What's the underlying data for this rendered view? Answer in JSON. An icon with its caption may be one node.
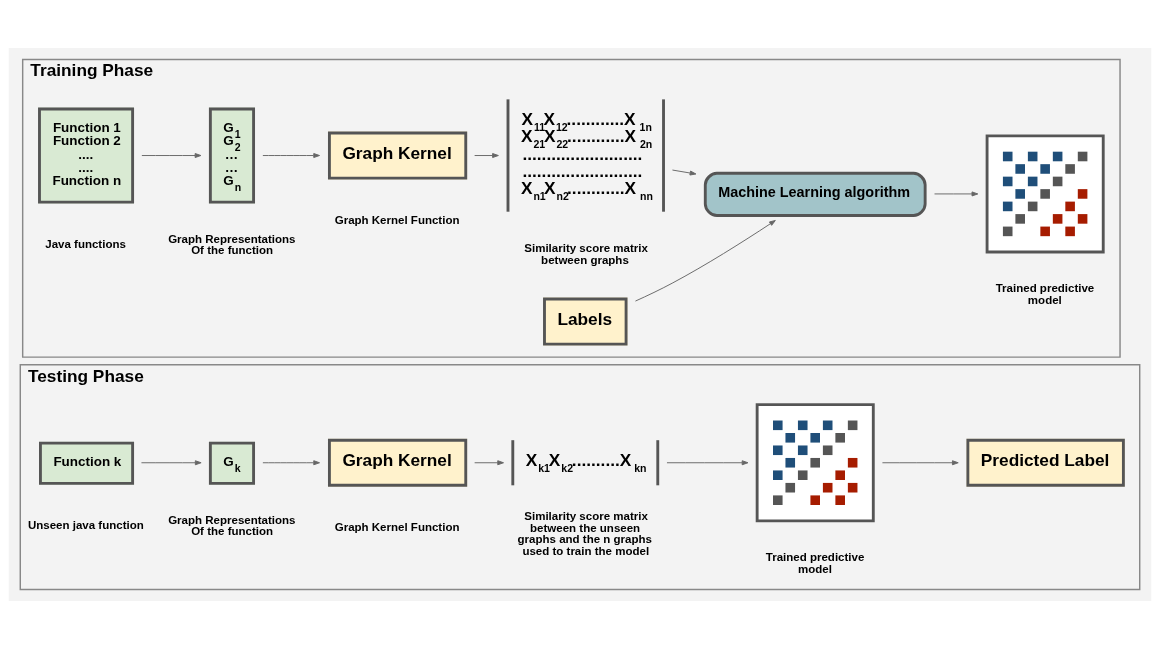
{
  "diagram": {
    "nodes": [
      {
        "text": [
          "Training Phase"
        ]
      },
      {
        "text": [
          "Function 1",
          "Function 2",
          "....",
          "....",
          "Function n"
        ],
        "in": 0,
        "beside": [
          "Java functions"
        ]
      },
      {
        "text": [
          "G$_{1}$",
          "G$_{2}$",
          "…",
          "…",
          "G$_{n}$"
        ],
        "in": 0,
        "beside": [
          "Graph Representations Of the function"
        ]
      },
      {
        "text": [
          "Graph Kernel"
        ],
        "in": 0,
        "beside": [
          "Graph Kernel Function"
        ]
      },
      {
        "text": [
          "X$_{11}$X$_{12}$............X$_{1n}$",
          "X$_{21}$X$_{22}$............X$_{2n}$",
          ".........................",
          ".........................",
          "X$_{n1}$X$_{n2}$............X$_{nn}$"
        ],
        "in": 0,
        "beside": [
          "Similarity score matrix between graphs"
        ]
      },
      {
        "text": [
          "Labels"
        ],
        "in": 0
      },
      {
        "text": [
          "Machine Learning algorithm"
        ],
        "in": 0
      },
      {
        "text": [],
        "shape": "picture",
        "in": 0,
        "beside": [
          "Trained predictive model"
        ]
      },
      {
        "text": [
          "Testing Phase"
        ]
      },
      {
        "text": [
          "Function k"
        ],
        "in": 8,
        "beside": [
          "Unseen java function"
        ]
      },
      {
        "text": [
          "G$_{k}$"
        ],
        "in": 8,
        "beside": [
          "Graph Representations Of the function"
        ]
      },
      {
        "text": [
          "Graph Kernel"
        ],
        "in": 8,
        "beside": [
          "Graph Kernel Function"
        ]
      },
      {
        "text": [
          "X$_{k1}$X$_{k2}$..........X$_{kn}$"
        ],
        "in": 8,
        "beside": [
          "Similarity score matrix between the unseen graphs and the n graphs used to train the model"
        ]
      },
      {
        "text": [],
        "shape": "picture",
        "in": 8,
        "beside": [
          "Trained predictive model"
        ]
      },
      {
        "text": [
          "Predicted Label"
        ],
        "in": 8
      }
    ],
    "edges": [
      {
        "from": 1,
        "to": 2,
        "arrow": "to"
      },
      {
        "from": 2,
        "to": 3,
        "arrow": "to"
      },
      {
        "from": 3,
        "to": 4,
        "arrow": "to"
      },
      {
        "from": 4,
        "to": 6,
        "arrow": "to"
      },
      {
        "from": 5,
        "to": 6,
        "arrow": "to"
      },
      {
        "from": 6,
        "to": 7,
        "arrow": "to"
      },
      {
        "from": 9,
        "to": 10,
        "arrow": "to"
      },
      {
        "from": 10,
        "to": 11,
        "arrow": "to"
      },
      {
        "from": 11,
        "to": 12,
        "arrow": "to"
      },
      {
        "from": 12,
        "to": 13,
        "arrow": "to"
      },
      {
        "from": 13,
        "to": 14,
        "arrow": "to"
      }
    ]
  }
}
